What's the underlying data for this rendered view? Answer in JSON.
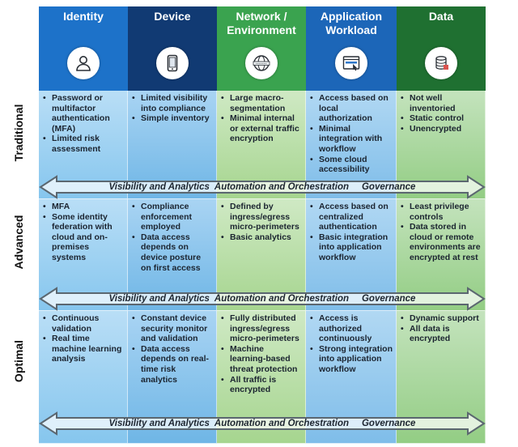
{
  "columns": [
    {
      "id": "identity",
      "title": "Identity",
      "icon": "person-icon",
      "color": "#1d72c9"
    },
    {
      "id": "device",
      "title": "Device",
      "icon": "mobile-device-icon",
      "color": "#113a73"
    },
    {
      "id": "network",
      "title": "Network / Environment",
      "icon": "network-globe-icon",
      "color": "#3aa34f"
    },
    {
      "id": "application",
      "title": "Application Workload",
      "icon": "app-window-icon",
      "color": "#1c66b8"
    },
    {
      "id": "data",
      "title": "Data",
      "icon": "database-icon",
      "color": "#1f7031"
    }
  ],
  "rows": [
    {
      "label": "Traditional",
      "cells": [
        [
          "Password or multifactor authentication (MFA)",
          "Limited risk assessment"
        ],
        [
          "Limited visibility into compliance",
          "Simple inventory"
        ],
        [
          "Large macro-segmentation",
          "Minimal internal or external traffic encryption"
        ],
        [
          "Access based on local authorization",
          "Minimal integration with workflow",
          "Some cloud accessibility"
        ],
        [
          "Not well inventoried",
          "Static control",
          "Unencrypted"
        ]
      ]
    },
    {
      "label": "Advanced",
      "cells": [
        [
          "MFA",
          "Some identity federation with cloud and on-premises systems"
        ],
        [
          "Compliance enforcement employed",
          "Data access depends on device posture on first access"
        ],
        [
          "Defined by ingress/egress micro-perimeters",
          "Basic analytics"
        ],
        [
          "Access based on centralized authentication",
          "Basic integration into application workflow"
        ],
        [
          "Least privilege controls",
          "Data stored in cloud or remote environments are encrypted at rest"
        ]
      ]
    },
    {
      "label": "Optimal",
      "cells": [
        [
          "Continuous validation",
          "Real time machine learning analysis"
        ],
        [
          "Constant device security monitor and validation",
          "Data access depends on real-time risk analytics"
        ],
        [
          "Fully distributed ingress/egress micro-perimeters",
          "Machine learning-based threat protection",
          "All traffic is encrypted"
        ],
        [
          "Access is authorized continuously",
          "Strong integration into application workflow"
        ],
        [
          "Dynamic support",
          "All data is encrypted"
        ]
      ]
    }
  ],
  "band": {
    "text": "Visibility and Analytics  Automation and Orchestration     Governance"
  },
  "palette": {
    "light": [
      "#b9def6",
      "#a9d4f3",
      "#cfe9c4",
      "#b1d8f3",
      "#c4e3bd"
    ],
    "deep": [
      "#86c6ee",
      "#6fb6e6",
      "#a6d58f",
      "#7fbde9",
      "#93cd84"
    ],
    "arrow": "#5b6770"
  }
}
